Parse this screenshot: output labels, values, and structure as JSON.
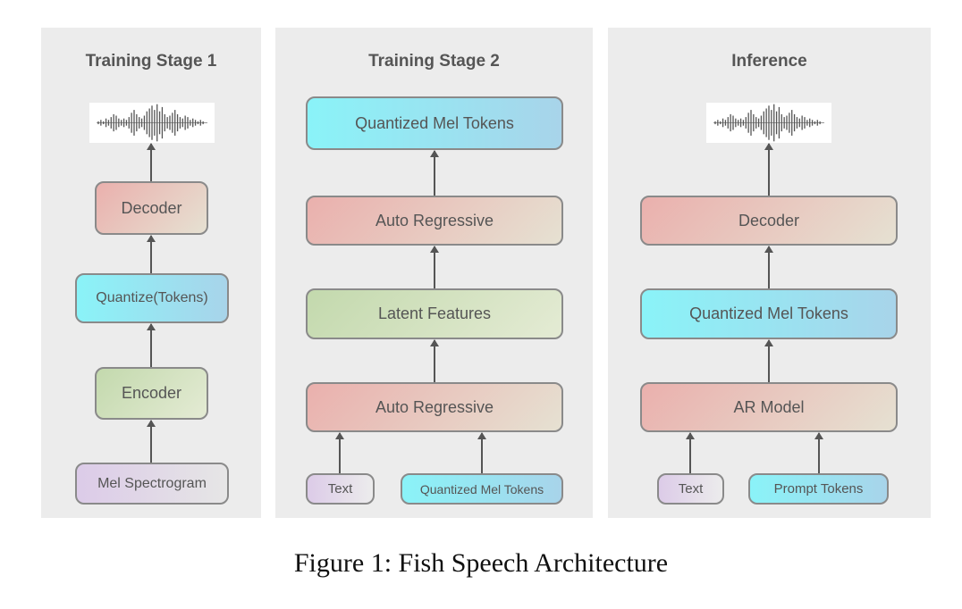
{
  "panels": [
    {
      "title": "Training Stage 1",
      "boxes": [
        "Decoder",
        "Quantize(Tokens)",
        "Encoder",
        "Mel Spectrogram"
      ]
    },
    {
      "title": "Training Stage 2",
      "boxes": [
        "Quantized Mel Tokens",
        "Auto Regressive",
        "Latent Features",
        "Auto Regressive",
        "Text",
        "Quantized Mel Tokens"
      ]
    },
    {
      "title": "Inference",
      "boxes": [
        "Decoder",
        "Quantized Mel Tokens",
        "AR Model",
        "Text",
        "Prompt Tokens"
      ]
    }
  ],
  "caption": "Figure 1: Fish Speech Architecture"
}
